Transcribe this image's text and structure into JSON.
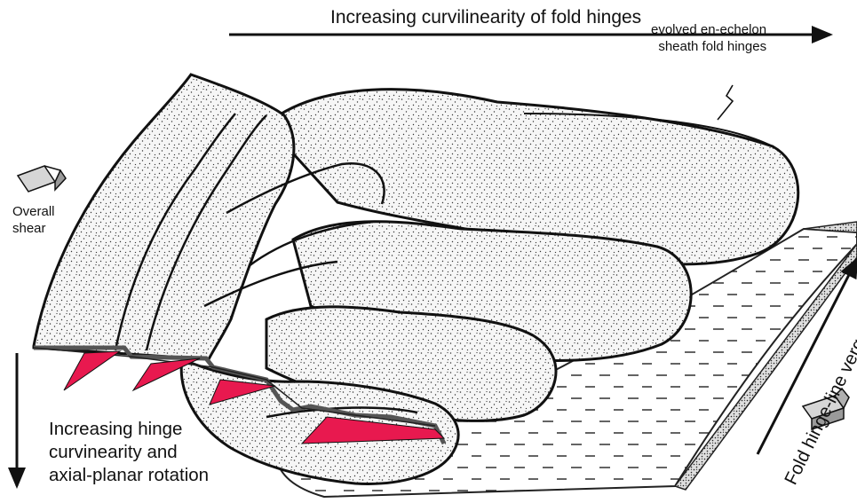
{
  "labels": {
    "top_arrow": "Increasing curvilinearity of fold hinges",
    "hinges_callout": [
      "evolved en-echelon",
      "sheath fold hinges"
    ],
    "overall_shear": [
      "Overall",
      "shear"
    ],
    "left_arrow": [
      "Increasing hinge",
      "curvinearity and",
      "axial-planar rotation"
    ],
    "right_arrow": "Fold hinge-line vergence"
  },
  "colors": {
    "ink": "#111111",
    "stipple_fill": "#f6f6f6",
    "axial_plane_markers": "#e8194f",
    "shear_box": "#bdbdbd",
    "edge_outline": "#555555"
  },
  "icons": [
    "shear-box-icon",
    "shear-box-icon"
  ]
}
